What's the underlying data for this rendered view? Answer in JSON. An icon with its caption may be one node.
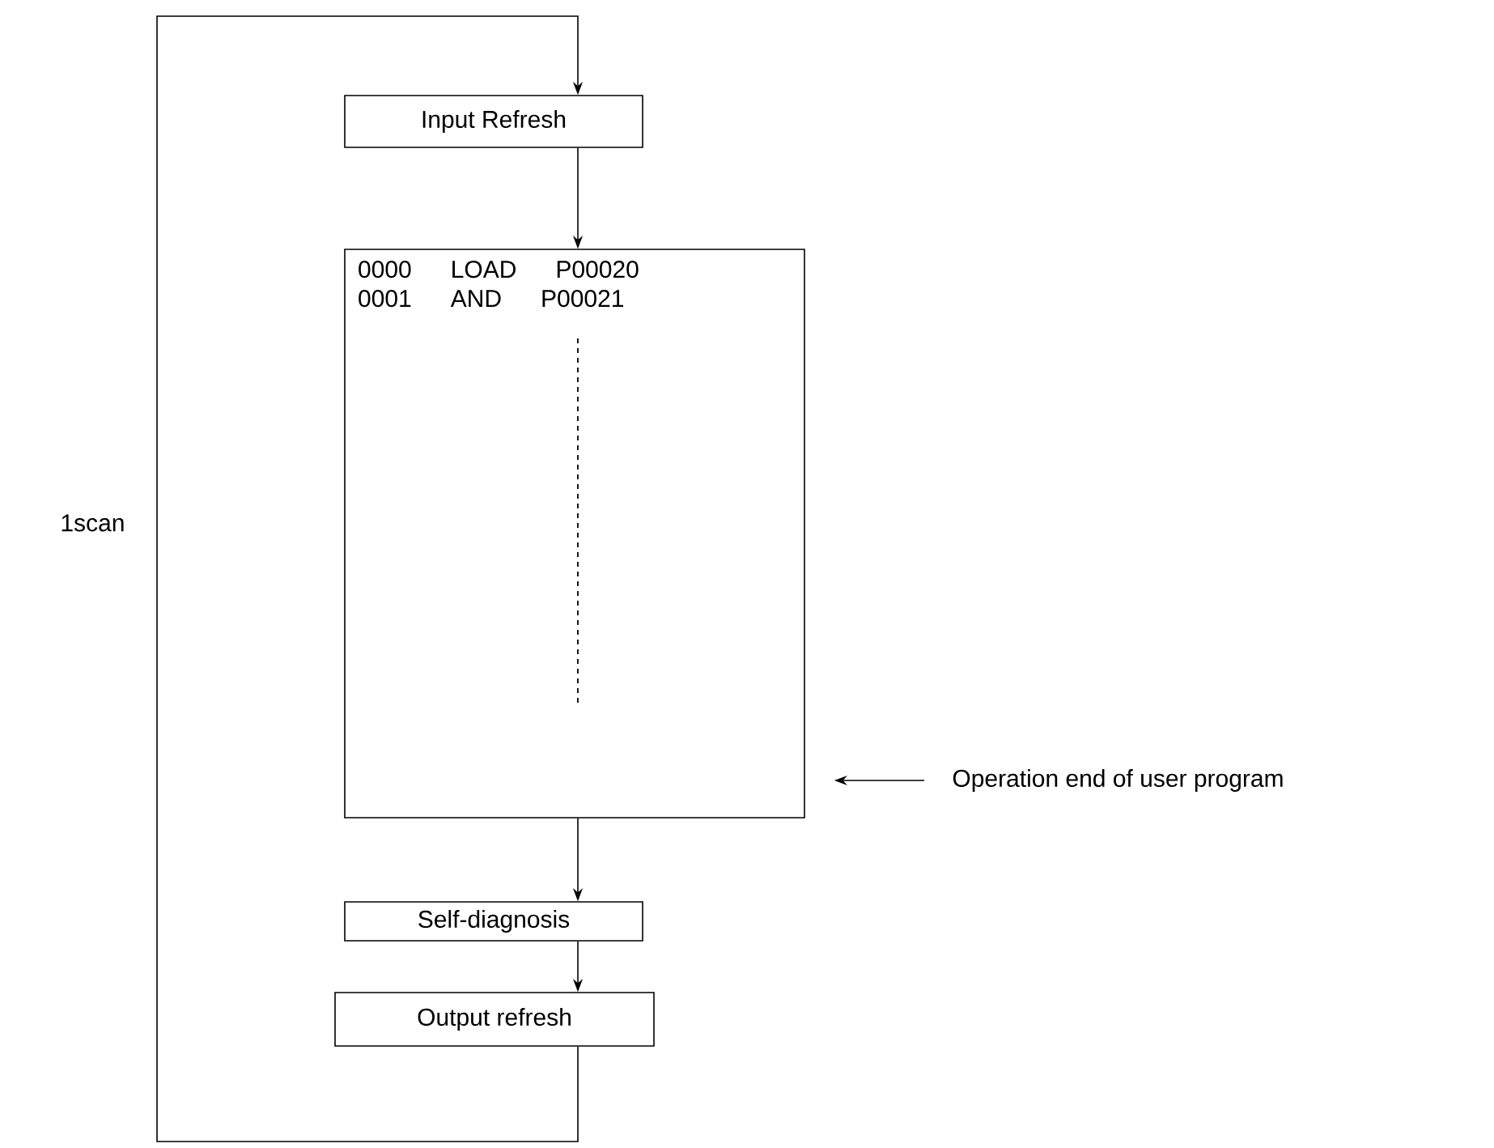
{
  "diagram": {
    "nodes": [
      {
        "text": [
          "Input Refresh"
        ]
      },
      {
        "text": [
          "0000 LOAD P00020",
          "0001 AND P00021"
        ]
      },
      {
        "text": [
          "Self-diagnosis"
        ]
      },
      {
        "text": [
          "Output refresh"
        ]
      },
      {
        "text": [
          "Operation end of user program"
        ]
      }
    ],
    "edges": [
      {
        "from": 0,
        "to": 1,
        "arrow": "to"
      },
      {
        "from": 1,
        "to": 2,
        "arrow": "to"
      },
      {
        "from": 2,
        "to": 3,
        "arrow": "to"
      },
      {
        "from": 3,
        "to": 0,
        "arrow": "to"
      },
      {
        "from": 4,
        "to": 1,
        "arrow": "to"
      }
    ],
    "labels": [
      "1scan"
    ]
  }
}
